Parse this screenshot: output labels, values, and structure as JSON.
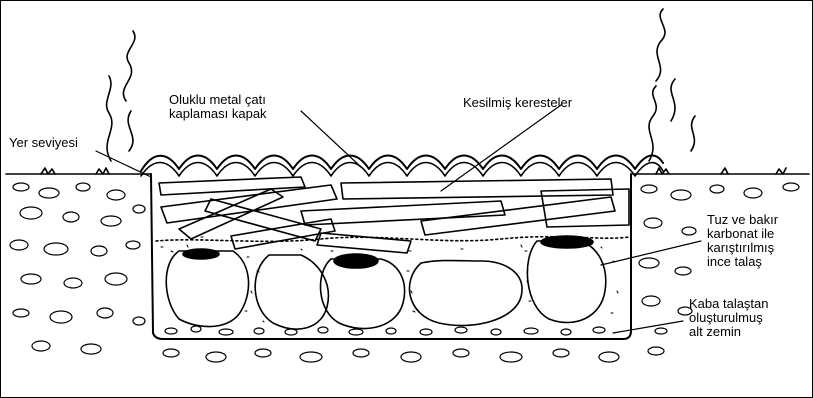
{
  "labels": {
    "roof": [
      "Oluklu metal çatı",
      "kaplaması kapak"
    ],
    "timber": "Kesilmiş keresteler",
    "ground": "Yer seviyesi",
    "fill": [
      "Tuz ve bakır",
      "karbonat ile",
      "karıştırılmış",
      "ince talaş"
    ],
    "base": [
      "Kaba talaştan",
      "oluşturulmuş",
      "alt zemin"
    ]
  },
  "colors": {
    "ink": "#000000",
    "paper": "#ffffff"
  }
}
